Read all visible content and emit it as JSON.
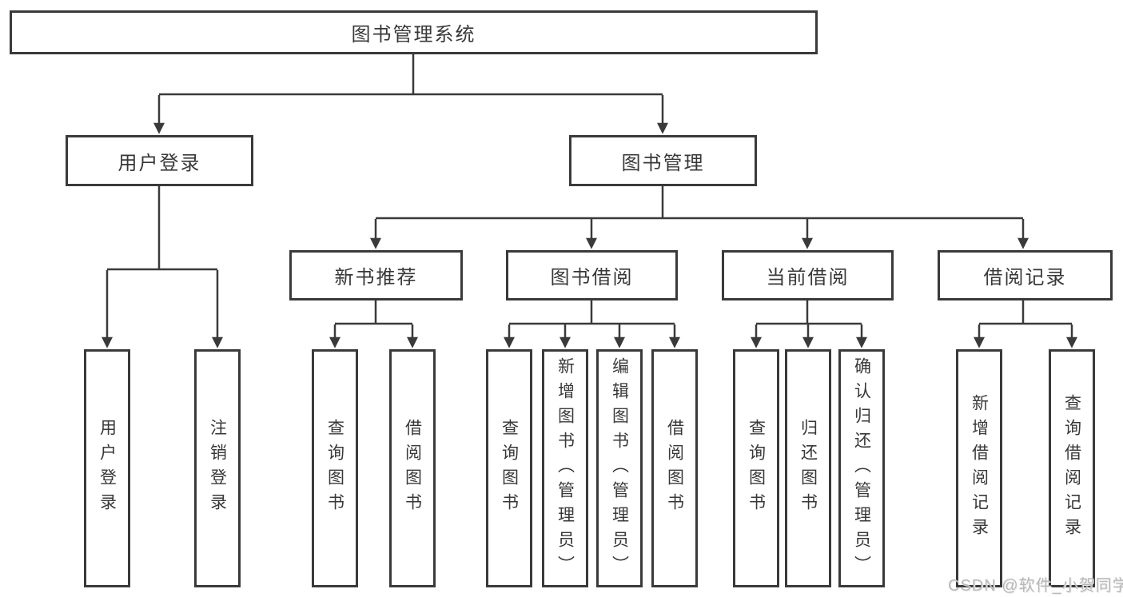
{
  "diagram": {
    "root": "图书管理系统",
    "login": {
      "label": "用户登录",
      "children": [
        "用户登录",
        "注销登录"
      ]
    },
    "manage": {
      "label": "图书管理",
      "groups": [
        {
          "label": "新书推荐",
          "children": [
            "查询图书",
            "借阅图书"
          ]
        },
        {
          "label": "图书借阅",
          "children": [
            "查询图书",
            "新增图书（管理员）",
            "编辑图书（管理员）",
            "借阅图书"
          ]
        },
        {
          "label": "当前借阅",
          "children": [
            "查询图书",
            "归还图书",
            "确认归还（管理员）"
          ]
        },
        {
          "label": "借阅记录",
          "children": [
            "新增借阅记录",
            "查询借阅记录"
          ]
        }
      ]
    }
  },
  "watermark": "CSDN @软件_小贺同学"
}
